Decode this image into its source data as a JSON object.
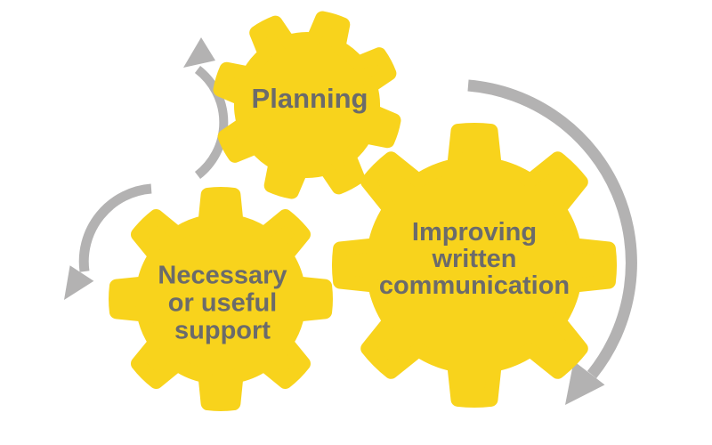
{
  "diagram": {
    "type": "gears-cycle",
    "colors": {
      "background": "#ffffff",
      "gear": "#f8d31c",
      "arrow": "#b3b2b2",
      "text": "#6b6b6b"
    },
    "gears": [
      {
        "id": "planning",
        "label": "Planning"
      },
      {
        "id": "support",
        "label": "Necessary\nor useful\nsupport"
      },
      {
        "id": "communication",
        "label": "Improving\nwritten\ncommunication"
      }
    ],
    "arrows": [
      {
        "id": "arrow-planning",
        "description": "curved arrow pointing up-right beside Planning gear"
      },
      {
        "id": "arrow-support",
        "description": "curved arrow pointing down-left beside support gear"
      },
      {
        "id": "arrow-communication",
        "description": "large curved arrow sweeping down around communication gear"
      }
    ]
  }
}
